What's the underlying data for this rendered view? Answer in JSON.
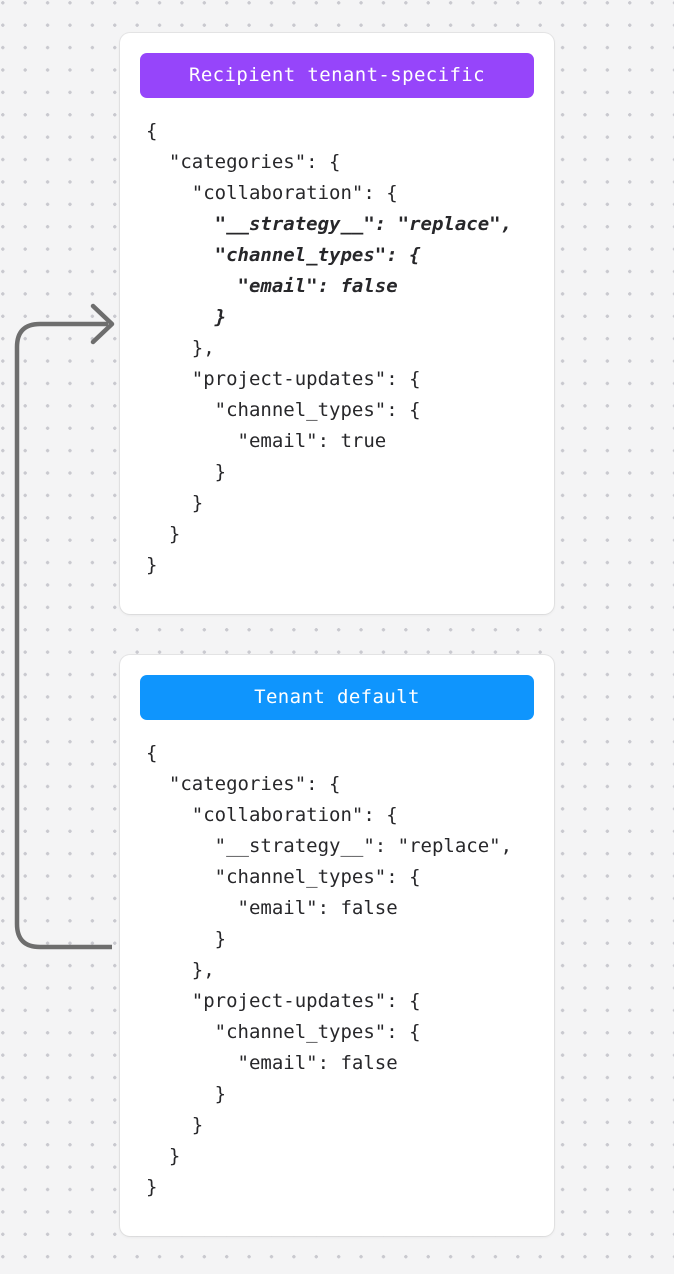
{
  "canvas": {
    "background_color": "#f4f4f5",
    "dot_color": "#c9c9cf"
  },
  "arrow": {
    "name": "override-flow-arrow",
    "color": "#6e6e6e",
    "from": "tenant-default-card",
    "to": "recipient-tenant-specific-card",
    "label": ""
  },
  "cards": [
    {
      "id": "recipient-tenant-specific",
      "badge": {
        "label": "Recipient tenant-specific",
        "color": "#9645fa",
        "text_color": "#ffffff"
      },
      "code_lines": [
        {
          "text": "{",
          "emphasis": false
        },
        {
          "text": "  \"categories\": {",
          "emphasis": false
        },
        {
          "text": "    \"collaboration\": {",
          "emphasis": false
        },
        {
          "text": "      \"__strategy__\": \"replace\",",
          "emphasis": true
        },
        {
          "text": "      \"channel_types\": {",
          "emphasis": true
        },
        {
          "text": "        \"email\": false",
          "emphasis": true
        },
        {
          "text": "      }",
          "emphasis": true
        },
        {
          "text": "    },",
          "emphasis": false
        },
        {
          "text": "    \"project-updates\": {",
          "emphasis": false
        },
        {
          "text": "      \"channel_types\": {",
          "emphasis": false
        },
        {
          "text": "        \"email\": true",
          "emphasis": false
        },
        {
          "text": "      }",
          "emphasis": false
        },
        {
          "text": "    }",
          "emphasis": false
        },
        {
          "text": "  }",
          "emphasis": false
        },
        {
          "text": "}",
          "emphasis": false
        }
      ]
    },
    {
      "id": "tenant-default",
      "badge": {
        "label": "Tenant default",
        "color": "#0f95fd",
        "text_color": "#ffffff"
      },
      "code_lines": [
        {
          "text": "{",
          "emphasis": false
        },
        {
          "text": "  \"categories\": {",
          "emphasis": false
        },
        {
          "text": "    \"collaboration\": {",
          "emphasis": false
        },
        {
          "text": "      \"__strategy__\": \"replace\",",
          "emphasis": false
        },
        {
          "text": "      \"channel_types\": {",
          "emphasis": false
        },
        {
          "text": "        \"email\": false",
          "emphasis": false
        },
        {
          "text": "      }",
          "emphasis": false
        },
        {
          "text": "    },",
          "emphasis": false
        },
        {
          "text": "    \"project-updates\": {",
          "emphasis": false
        },
        {
          "text": "      \"channel_types\": {",
          "emphasis": false
        },
        {
          "text": "        \"email\": false",
          "emphasis": false
        },
        {
          "text": "      }",
          "emphasis": false
        },
        {
          "text": "    }",
          "emphasis": false
        },
        {
          "text": "  }",
          "emphasis": false
        },
        {
          "text": "}",
          "emphasis": false
        }
      ]
    }
  ]
}
